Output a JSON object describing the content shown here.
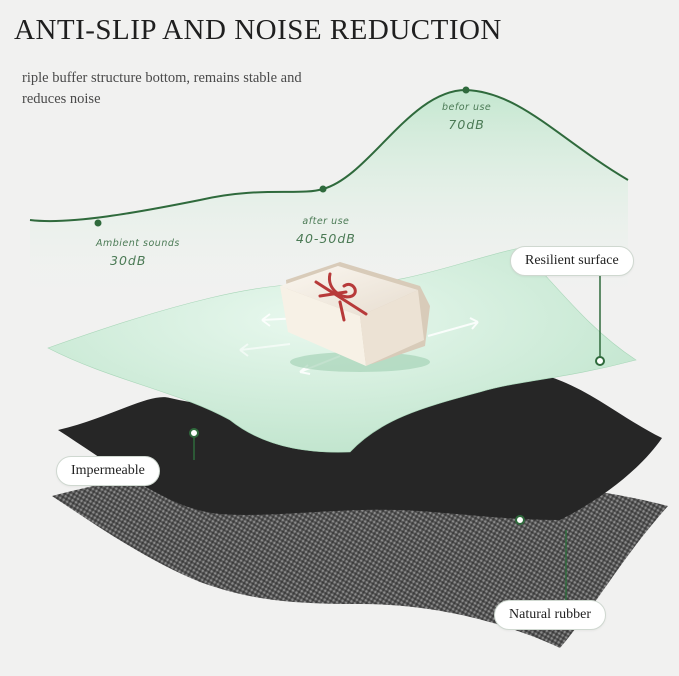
{
  "heading": {
    "title": "ANTI-SLIP AND NOISE REDUCTION",
    "subtitle": "riple buffer structure bottom, remains stable and reduces noise"
  },
  "sound_levels": [
    {
      "name": "Ambient sounds",
      "value": "30dB"
    },
    {
      "name": "after use",
      "value": "40-50dB"
    },
    {
      "name": "befor use",
      "value": "70dB"
    }
  ],
  "layers": {
    "top": "Resilient surface",
    "middle": "Impermeable",
    "bottom": "Natural rubber"
  },
  "colors": {
    "accent_green": "#2f6a3c",
    "surface_mint": "#cdeed8",
    "label_green": "#4b7a55"
  }
}
